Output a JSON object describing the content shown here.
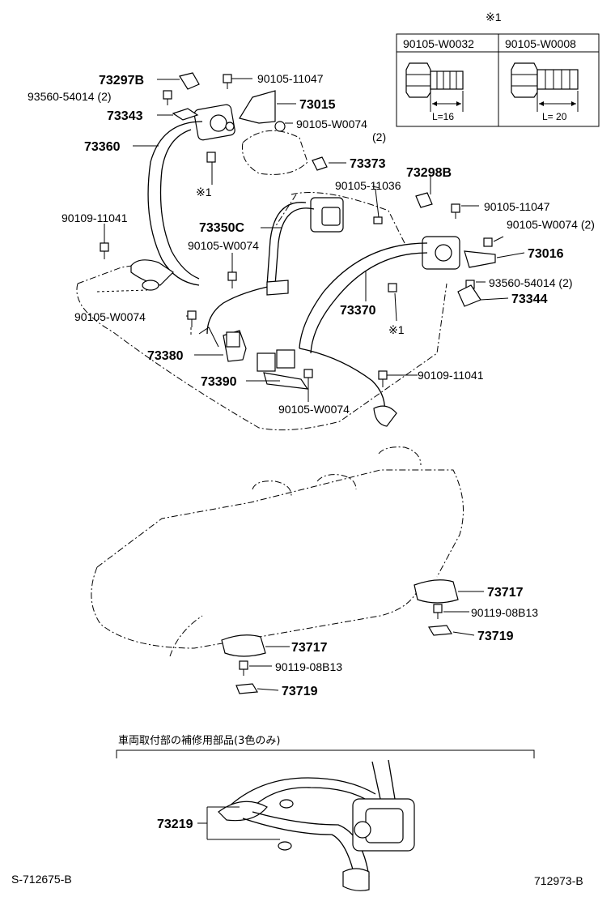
{
  "inset": {
    "mark": "※1",
    "col1": {
      "part": "90105-W0032",
      "length": "L=16"
    },
    "col2": {
      "part": "90105-W0008",
      "length": "L= 20"
    }
  },
  "labels": {
    "p73297B": "73297B",
    "p93560_l": "93560-54014 (2)",
    "p73343": "73343",
    "p73360": "73360",
    "mark_l": "※1",
    "p90109_l": "90109-11041",
    "p90105_top": "90105-11047",
    "p73015": "73015",
    "p90105W_top": "90105-W0074",
    "p90105W_top_qty": "(2)",
    "p73373": "73373",
    "p90105_11036": "90105-11036",
    "p73298B": "73298B",
    "p90105_r": "90105-11047",
    "p90105W_r": "90105-W0074 (2)",
    "p73016": "73016",
    "p93560_r": "93560-54014 (2)",
    "p73344": "73344",
    "p73370": "73370",
    "mark_r": "※1",
    "p73350C": "73350C",
    "p90105W_mid": "90105-W0074",
    "p90105W_lowleft": "90105-W0074",
    "p73380": "73380",
    "p73390": "73390",
    "p90105W_bottom": "90105-W0074",
    "p90109_r": "90109-11041",
    "p73717_r": "73717",
    "p90119_r": "90119-08B13",
    "p73719_r": "73719",
    "p73717_l": "73717",
    "p90119_l": "90119-08B13",
    "p73719_l": "73719",
    "section_title": "車両取付部の補修用部品(3色のみ)",
    "p73219": "73219",
    "footer_left": "S-712675-B",
    "footer_right": "712973-B"
  }
}
